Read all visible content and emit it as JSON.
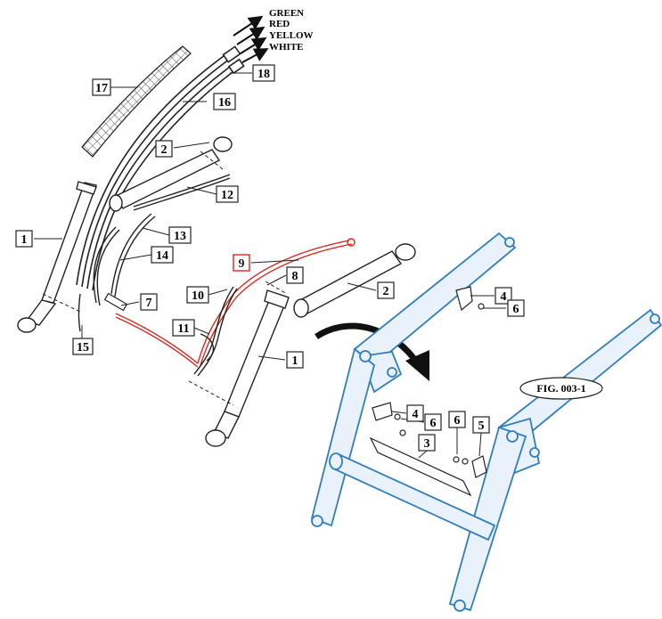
{
  "hose_colors": [
    "GREEN",
    "RED",
    "YELLOW",
    "WHITE"
  ],
  "figure_label": "FIG. 003-1",
  "callouts": {
    "c1a": "1",
    "c1b": "1",
    "c2a": "2",
    "c2b": "2",
    "c3": "3",
    "c4a": "4",
    "c4b": "4",
    "c5": "5",
    "c6a": "6",
    "c6b": "6",
    "c6c": "6",
    "c7": "7",
    "c8": "8",
    "c9": "9",
    "c10": "10",
    "c11": "11",
    "c12": "12",
    "c13": "13",
    "c14": "14",
    "c15": "15",
    "c16": "16",
    "c17": "17",
    "c18": "18"
  },
  "colors": {
    "line": "#222222",
    "highlight": "#e0261f",
    "frame": "#2f7ec0",
    "frame_fill": "#e9f2fa"
  }
}
